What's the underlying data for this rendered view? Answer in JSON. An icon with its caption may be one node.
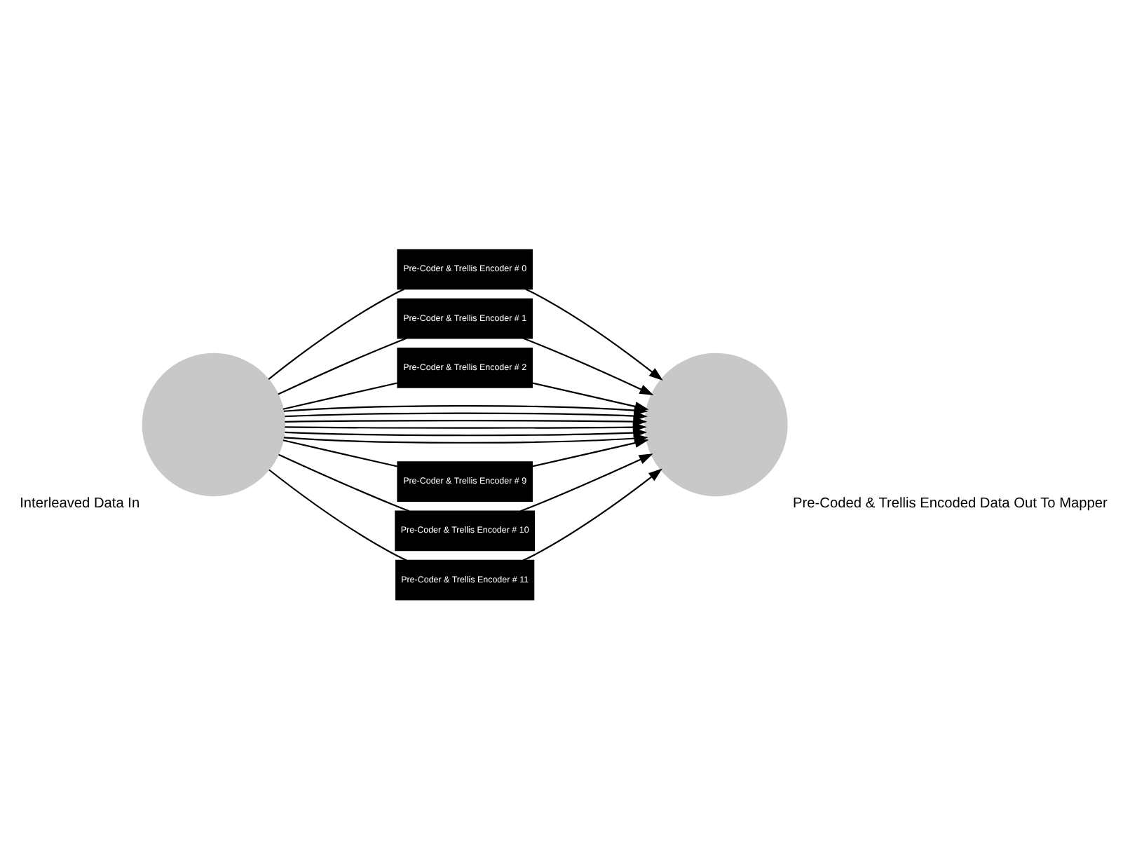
{
  "diagram": {
    "nodes": [
      {
        "text": [
          "Interleaved Data In"
        ]
      },
      {
        "text": [
          "Pre-Coded & Trellis Encoded Data Out To Mapper"
        ]
      },
      {
        "text": [
          "Pre-Coder & Trellis Encoder # 0"
        ]
      },
      {
        "text": [
          "Pre-Coder & Trellis Encoder # 1"
        ]
      },
      {
        "text": [
          "Pre-Coder & Trellis Encoder # 2"
        ]
      },
      {
        "text": [
          "Pre-Coder & Trellis Encoder # 9"
        ]
      },
      {
        "text": [
          "Pre-Coder & Trellis Encoder # 10"
        ]
      },
      {
        "text": [
          "Pre-Coder & Trellis Encoder # 11"
        ]
      }
    ],
    "edges": [
      {
        "from": 0,
        "to": 2,
        "arrow": "none"
      },
      {
        "from": 2,
        "to": 1,
        "arrow": "to"
      },
      {
        "from": 0,
        "to": 3,
        "arrow": "none"
      },
      {
        "from": 3,
        "to": 1,
        "arrow": "to"
      },
      {
        "from": 0,
        "to": 4,
        "arrow": "none"
      },
      {
        "from": 4,
        "to": 1,
        "arrow": "to"
      },
      {
        "from": 0,
        "to": 1,
        "arrow": "to"
      },
      {
        "from": 0,
        "to": 1,
        "arrow": "to"
      },
      {
        "from": 0,
        "to": 1,
        "arrow": "to"
      },
      {
        "from": 0,
        "to": 1,
        "arrow": "to"
      },
      {
        "from": 0,
        "to": 1,
        "arrow": "to"
      },
      {
        "from": 0,
        "to": 1,
        "arrow": "to"
      },
      {
        "from": 0,
        "to": 5,
        "arrow": "none"
      },
      {
        "from": 5,
        "to": 1,
        "arrow": "to"
      },
      {
        "from": 0,
        "to": 6,
        "arrow": "none"
      },
      {
        "from": 6,
        "to": 1,
        "arrow": "to"
      },
      {
        "from": 0,
        "to": 7,
        "arrow": "none"
      },
      {
        "from": 7,
        "to": 1,
        "arrow": "to"
      }
    ]
  }
}
